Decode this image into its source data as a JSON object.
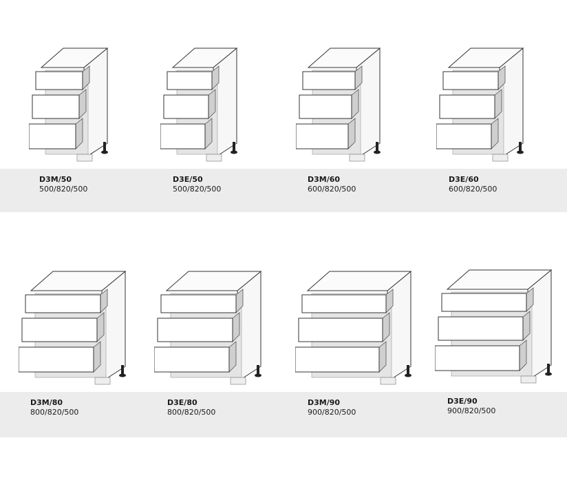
{
  "products": [
    {
      "code": "D3M/50",
      "dims": "500/820/500"
    },
    {
      "code": "D3E/50",
      "dims": "500/820/500"
    },
    {
      "code": "D3M/60",
      "dims": "600/820/500"
    },
    {
      "code": "D3E/60",
      "dims": "600/820/500"
    },
    {
      "code": "D3M/80",
      "dims": "800/820/500"
    },
    {
      "code": "D3E/80",
      "dims": "800/820/500"
    },
    {
      "code": "D3M/90",
      "dims": "900/820/500"
    },
    {
      "code": "D3E/90",
      "dims": "900/820/500"
    }
  ]
}
